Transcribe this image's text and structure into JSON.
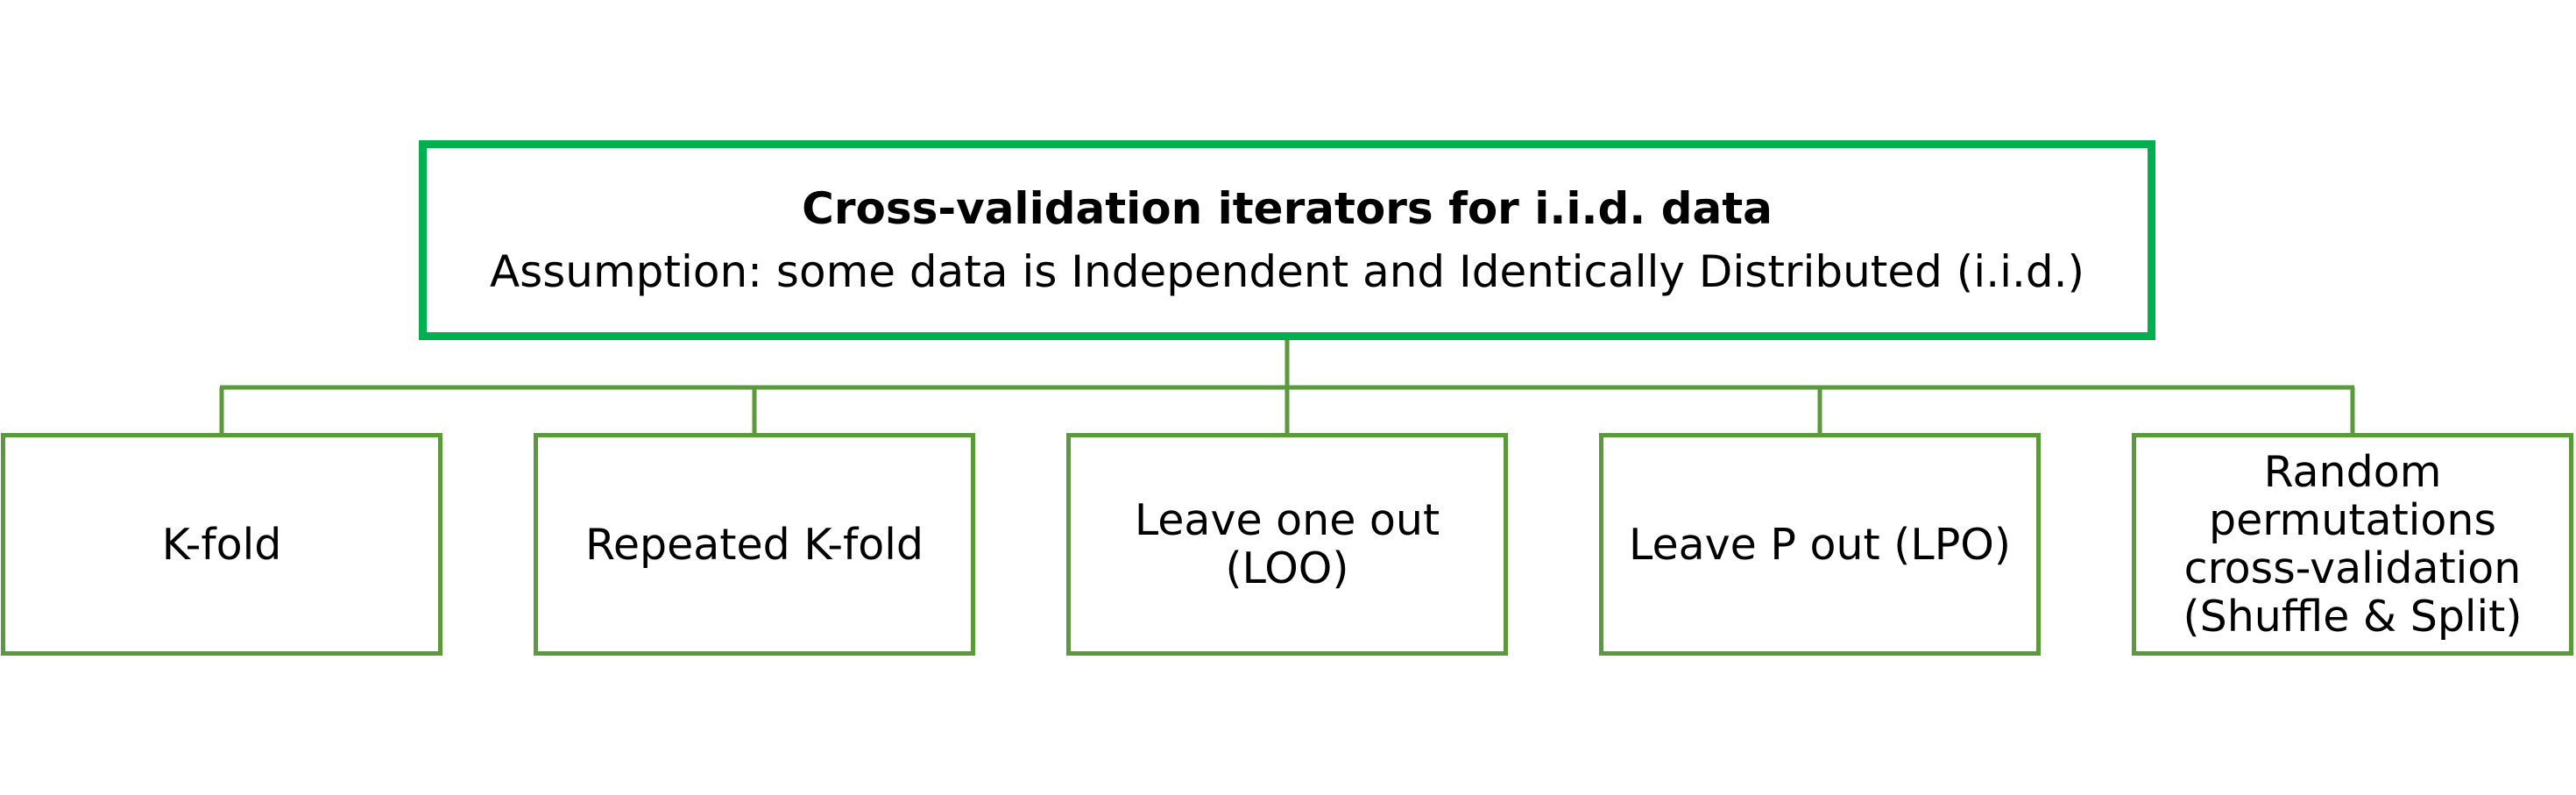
{
  "diagram": {
    "root": {
      "title": "Cross-validation iterators for i.i.d. data",
      "subtitle": "Assumption: some data is Independent and Identically Distributed (i.i.d.)"
    },
    "children": [
      {
        "label": "K-fold"
      },
      {
        "label": "Repeated K-fold"
      },
      {
        "label": "Leave one out (LOO)"
      },
      {
        "label": "Leave P out (LPO)"
      },
      {
        "label": "Random permutations cross-validation (Shuffle & Split)"
      }
    ]
  },
  "colors": {
    "root_border": "#00b050",
    "child_border": "#5b9a3a",
    "connector": "#5b9a3a",
    "text": "#000000",
    "background": "#ffffff"
  }
}
